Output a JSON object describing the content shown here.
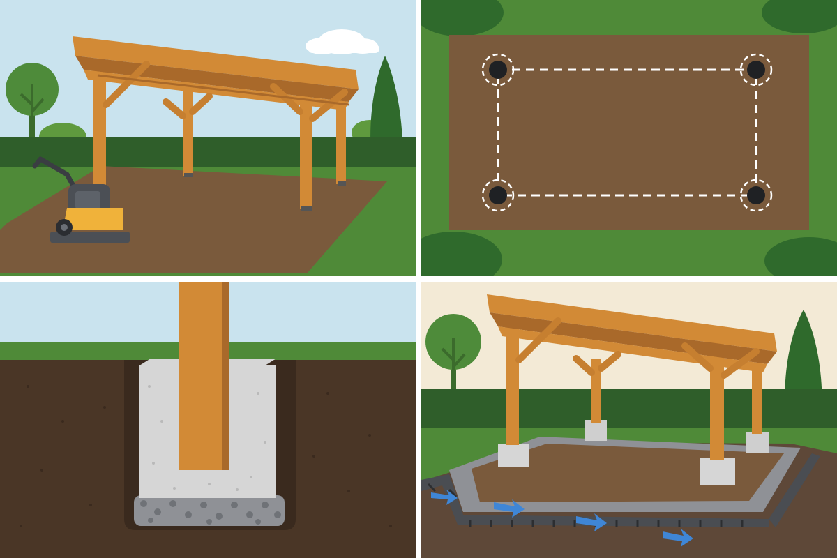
{
  "colors": {
    "sky": "#c9e3ee",
    "sky_warm": "#f3ead6",
    "grass": "#4f8a38",
    "grass_light": "#5f9a3e",
    "hedge": "#2f5e2a",
    "tree": "#4e8b3a",
    "tree_dark": "#2f6a2c",
    "soil_pad": "#7a5a3c",
    "soil_deep": "#4a3626",
    "timber": "#d28a36",
    "timber_dark": "#a9692a",
    "concrete": "#d6d6d6",
    "gravel": "#8f9196",
    "drain_grate": "#4a4d52",
    "water_arrow": "#3f86d6",
    "compactor_yellow": "#f0b23a",
    "compactor_gray": "#4b4f55",
    "post_hole": "#1f2124"
  },
  "panels": [
    {
      "id": "site-compaction",
      "icons": [
        "plate-compactor-icon",
        "timber-frame-icon"
      ]
    },
    {
      "id": "post-layout",
      "post_count": 4
    },
    {
      "id": "footing-cross-section",
      "icons": [
        "timber-post-icon",
        "concrete-footing-icon",
        "gravel-base-icon"
      ]
    },
    {
      "id": "drainage-finished",
      "icons": [
        "drain-channel-icon",
        "water-flow-arrow-icon"
      ],
      "arrow_count": 4
    }
  ]
}
